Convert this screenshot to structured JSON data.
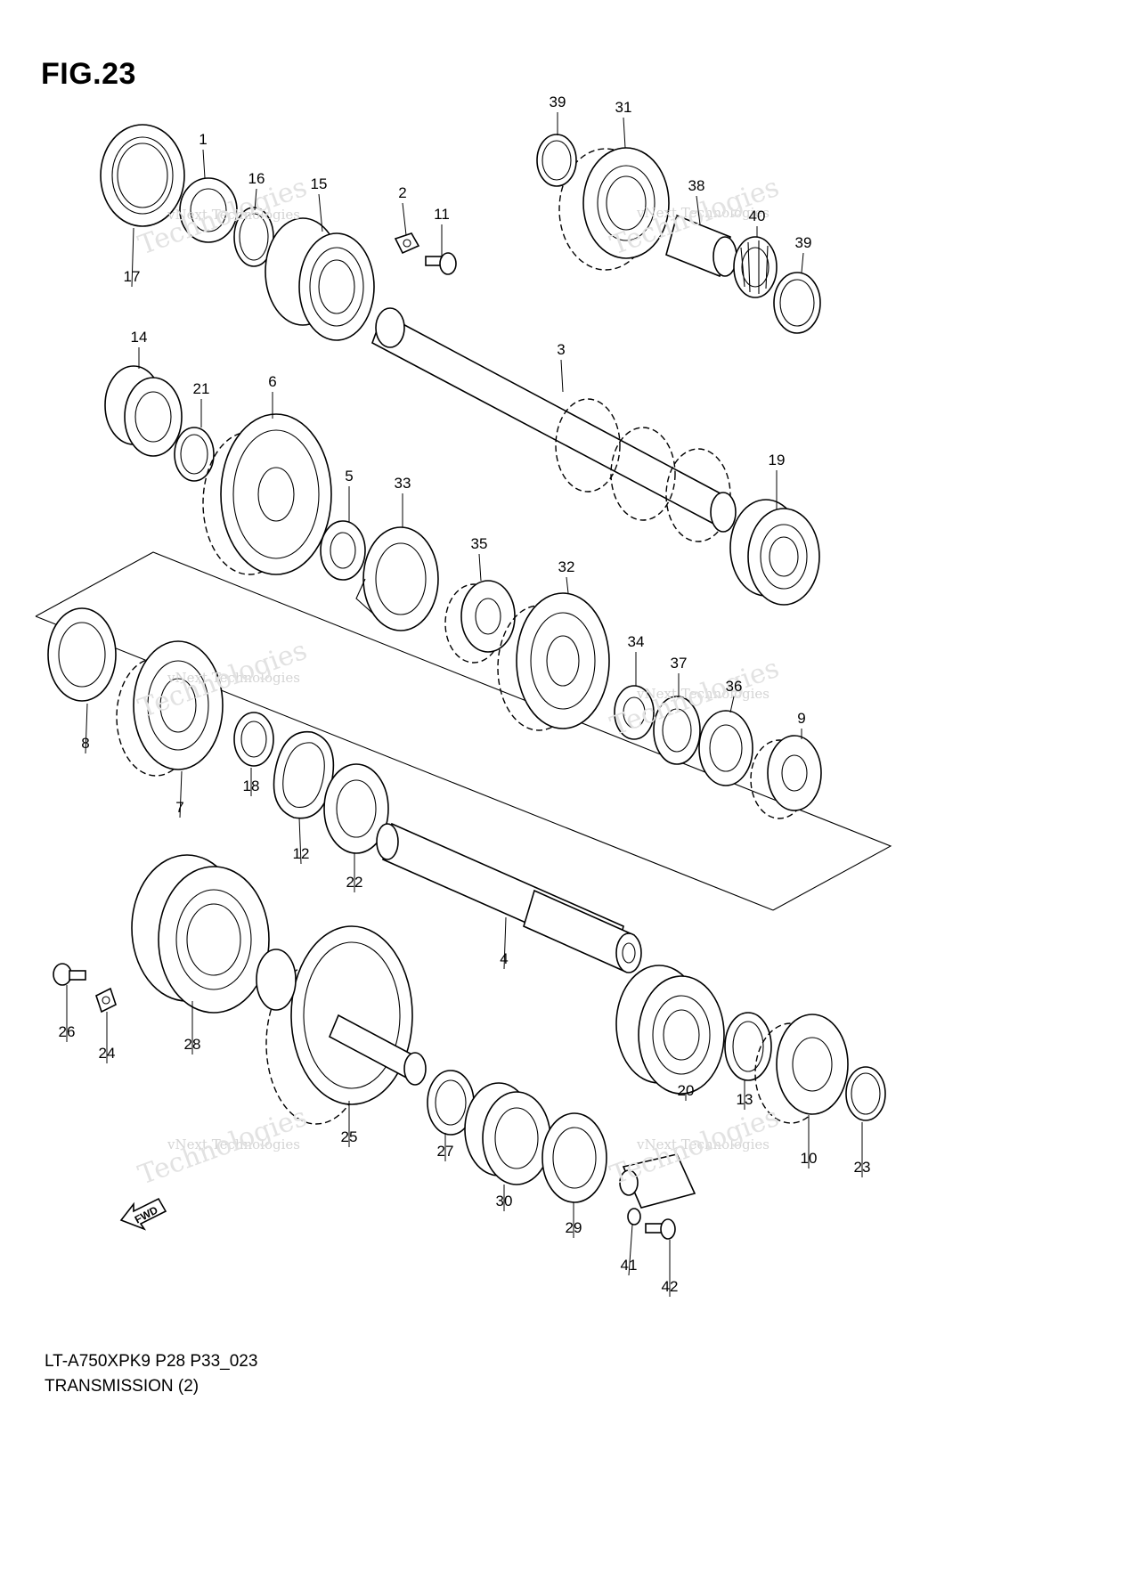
{
  "figure": {
    "title": "FIG.23",
    "model_code": "LT-A750XPK9 P28 P33_023",
    "section_name": "TRANSMISSION (2)"
  },
  "watermark": {
    "line1": "vNext Technologies",
    "line2": "Technologies"
  },
  "fwd_arrow_label": "FWD",
  "callouts": [
    {
      "id": "1",
      "text": "1"
    },
    {
      "id": "2",
      "text": "2"
    },
    {
      "id": "3",
      "text": "3"
    },
    {
      "id": "4",
      "text": "4"
    },
    {
      "id": "5",
      "text": "5"
    },
    {
      "id": "6",
      "text": "6"
    },
    {
      "id": "7",
      "text": "7"
    },
    {
      "id": "8",
      "text": "8"
    },
    {
      "id": "9",
      "text": "9"
    },
    {
      "id": "10",
      "text": "10"
    },
    {
      "id": "11",
      "text": "11"
    },
    {
      "id": "12",
      "text": "12"
    },
    {
      "id": "13",
      "text": "13"
    },
    {
      "id": "14",
      "text": "14"
    },
    {
      "id": "15",
      "text": "15"
    },
    {
      "id": "16",
      "text": "16"
    },
    {
      "id": "17",
      "text": "17"
    },
    {
      "id": "18",
      "text": "18"
    },
    {
      "id": "19",
      "text": "19"
    },
    {
      "id": "20",
      "text": "20"
    },
    {
      "id": "21",
      "text": "21"
    },
    {
      "id": "22",
      "text": "22"
    },
    {
      "id": "23",
      "text": "23"
    },
    {
      "id": "24",
      "text": "24"
    },
    {
      "id": "25",
      "text": "25"
    },
    {
      "id": "26",
      "text": "26"
    },
    {
      "id": "27",
      "text": "27"
    },
    {
      "id": "28",
      "text": "28"
    },
    {
      "id": "29",
      "text": "29"
    },
    {
      "id": "30",
      "text": "30"
    },
    {
      "id": "31",
      "text": "31"
    },
    {
      "id": "32",
      "text": "32"
    },
    {
      "id": "33",
      "text": "33"
    },
    {
      "id": "34",
      "text": "34"
    },
    {
      "id": "35",
      "text": "35"
    },
    {
      "id": "36",
      "text": "36"
    },
    {
      "id": "37",
      "text": "37"
    },
    {
      "id": "38",
      "text": "38"
    },
    {
      "id": "39a",
      "text": "39"
    },
    {
      "id": "39b",
      "text": "39"
    },
    {
      "id": "40",
      "text": "40"
    },
    {
      "id": "41",
      "text": "41"
    },
    {
      "id": "42",
      "text": "42"
    }
  ]
}
